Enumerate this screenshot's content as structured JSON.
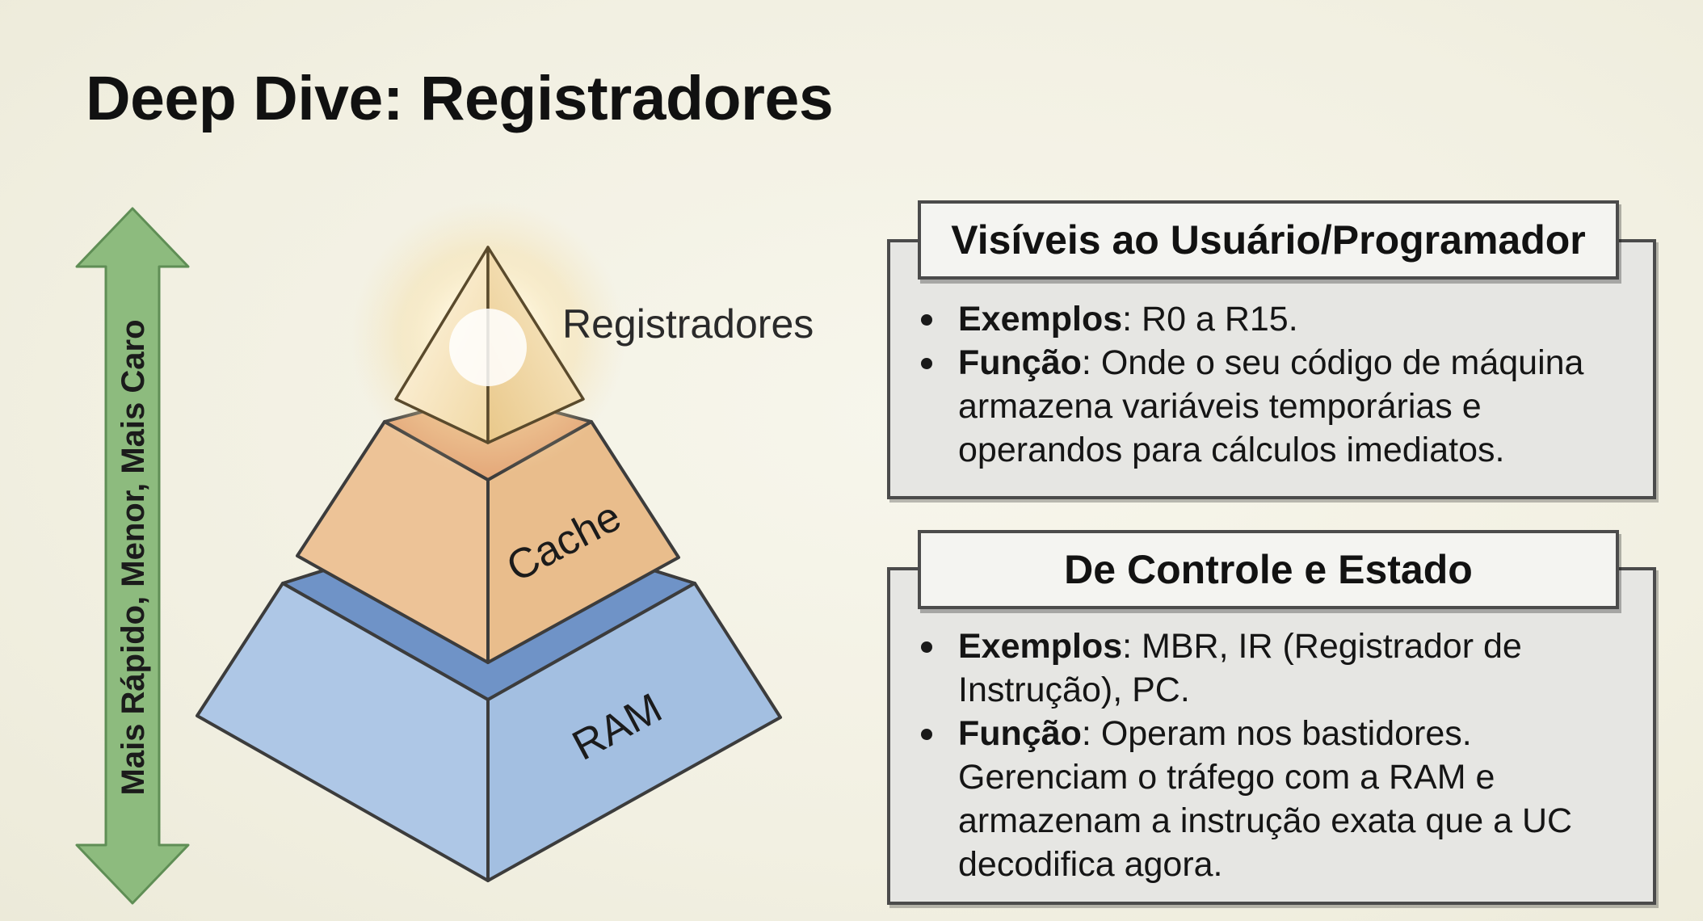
{
  "title": "Deep Dive: Registradores",
  "axis_label": "Mais Rápido, Menor, Mais Caro",
  "pyramid": {
    "tiers": [
      {
        "label": "Registradores",
        "color": "#f4e7c8"
      },
      {
        "label": "Cache",
        "color": "#ecc193"
      },
      {
        "label": "RAM",
        "color": "#a9c2e2"
      }
    ]
  },
  "colors": {
    "arrow": "#8dbb7e",
    "cache_front": "#edc397",
    "cache_right": "#e9bd8c",
    "ram_front": "#aec7e6",
    "ram_right": "#a3bfe1",
    "ram_top": "#6f93c7"
  },
  "cards": [
    {
      "heading": "Visíveis ao Usuário/Programador",
      "items": [
        {
          "term": "Exemplos",
          "sep": ": ",
          "text": "R0 a R15."
        },
        {
          "term": "Função",
          "sep": ": ",
          "text": "Onde o seu código de máquina armazena variáveis temporárias e operandos para cálculos imediatos."
        }
      ]
    },
    {
      "heading": "De Controle e Estado",
      "items": [
        {
          "term": "Exemplos",
          "sep": ": ",
          "text": "MBR, IR (Registrador de Instrução), PC."
        },
        {
          "term": "Função",
          "sep": ": ",
          "text": "Operam nos bastidores. Gerenciam o tráfego com a RAM e armazenam a instrução exata que a UC decodifica agora."
        }
      ]
    }
  ]
}
